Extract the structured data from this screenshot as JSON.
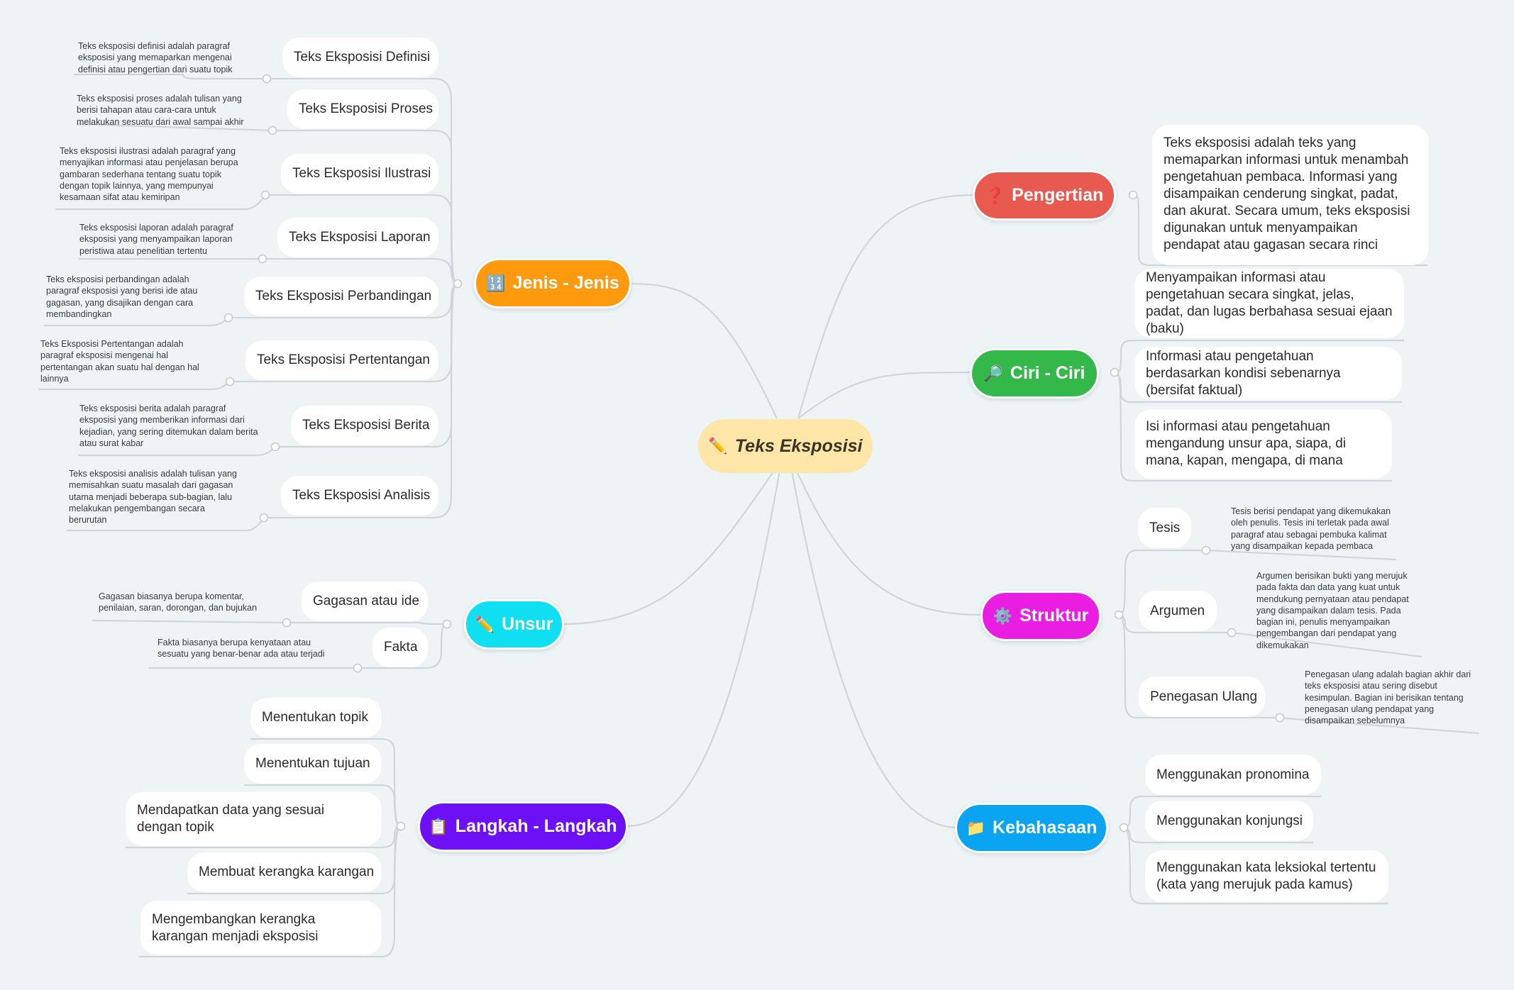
{
  "center": {
    "icon": "✏️",
    "label": "Teks Eksposisi"
  },
  "topics": {
    "pengertian": {
      "icon": "❓",
      "label": "Pengertian",
      "color": "#e85a50"
    },
    "ciri": {
      "icon": "🔎",
      "label": "Ciri - Ciri",
      "color": "#34b84a"
    },
    "struktur": {
      "icon": "⚙️",
      "label": "Struktur",
      "color": "#ea1ee3"
    },
    "kebahasaan": {
      "icon": "📁",
      "label": "Kebahasaan",
      "color": "#0ba4f3"
    },
    "jenis": {
      "icon": "🔢",
      "label": "Jenis - Jenis",
      "color": "#ff9a0f"
    },
    "unsur": {
      "icon": "✏️",
      "label": "Unsur",
      "color": "#10dff2"
    },
    "langkah": {
      "icon": "📋",
      "label": "Langkah - Langkah",
      "color": "#6d10f5"
    }
  },
  "pengertian": {
    "text": "Teks eksposisi adalah teks yang memaparkan informasi untuk menambah pengetahuan pembaca. Informasi yang disampaikan cenderung singkat, padat, dan akurat. Secara umum, teks eksposisi digunakan untuk menyampaikan pendapat atau gagasan secara rinci"
  },
  "ciri": [
    "Menyampaikan informasi atau pengetahuan secara singkat, jelas, padat, dan lugas berbahasa sesuai ejaan (baku)",
    "Informasi atau pengetahuan berdasarkan kondisi sebenarnya (bersifat faktual)",
    "Isi informasi atau pengetahuan mengandung unsur apa, siapa, di mana, kapan, mengapa, di mana"
  ],
  "struktur": [
    {
      "label": "Tesis",
      "note": "Tesis berisi pendapat yang dikemukakan oleh penulis. Tesis ini terletak pada awal paragraf atau sebagai pembuka kalimat yang disampaikan kepada pembaca"
    },
    {
      "label": "Argumen",
      "note": "Argumen berisikan bukti yang merujuk pada fakta dan data yang kuat untuk mendukung pernyataan atau pendapat yang disampaikan dalam tesis. Pada bagian ini, penulis menyampaikan pengembangan dari pendapat yang dikemukakan"
    },
    {
      "label": "Penegasan Ulang",
      "note": "Penegasan ulang adalah bagian akhir dari teks eksposisi atau sering disebut kesimpulan. Bagian ini berisikan tentang penegasan ulang pendapat yang disampaikan sebelumnya"
    }
  ],
  "kebahasaan": [
    "Menggunakan pronomina",
    "Menggunakan konjungsi",
    "Menggunakan kata leksiokal tertentu (kata yang merujuk pada kamus)"
  ],
  "jenis": [
    {
      "label": "Teks Eksposisi Definisi",
      "note": "Teks eksposisi definisi adalah paragraf eksposisi yang memaparkan mengenai definisi atau pengertian dari suatu topik"
    },
    {
      "label": "Teks Eksposisi Proses",
      "note": "Teks eksposisi proses adalah tulisan yang berisi tahapan atau cara-cara untuk melakukan sesuatu dari awal sampai akhir"
    },
    {
      "label": "Teks Eksposisi Ilustrasi",
      "note": "Teks eksposisi ilustrasi adalah paragraf yang menyajikan informasi atau penjelasan berupa gambaran sederhana tentang suatu topik dengan topik lainnya, yang mempunyai kesamaan sifat atau kemiripan"
    },
    {
      "label": "Teks Eksposisi Laporan",
      "note": "Teks eksposisi laporan adalah paragraf eksposisi yang menyampaikan laporan peristiwa atau penelitian tertentu"
    },
    {
      "label": "Teks Eksposisi Perbandingan",
      "note": "Teks eksposisi perbandingan adalah paragraf eksposisi yang berisi ide atau gagasan, yang disajikan dengan cara membandingkan"
    },
    {
      "label": "Teks Eksposisi Pertentangan",
      "note": "Teks Eksposisi Pertentangan adalah paragraf eksposisi mengenai hal pertentangan akan suatu hal dengan hal lainnya"
    },
    {
      "label": "Teks Eksposisi Berita",
      "note": "Teks eksposisi berita adalah paragraf eksposisi yang memberikan informasi dari kejadian, yang sering ditemukan dalam berita atau surat kabar"
    },
    {
      "label": "Teks Eksposisi Analisis",
      "note": "Teks eksposisi analisis adalah tulisan yang memisahkan suatu masalah dari gagasan utama menjadi beberapa sub-bagian, lalu melakukan pengembangan secara berurutan"
    }
  ],
  "unsur": [
    {
      "label": "Gagasan atau ide",
      "note": "Gagasan biasanya berupa komentar, penilaian, saran, dorongan, dan bujukan"
    },
    {
      "label": "Fakta",
      "note": "Fakta biasanya berupa kenyataan atau sesuatu yang benar-benar ada atau terjadi"
    }
  ],
  "langkah": [
    "Menentukan topik",
    "Menentukan tujuan",
    "Mendapatkan data yang sesuai dengan topik",
    "Membuat kerangka karangan",
    "Mengembangkan kerangka karangan menjadi eksposisi"
  ]
}
